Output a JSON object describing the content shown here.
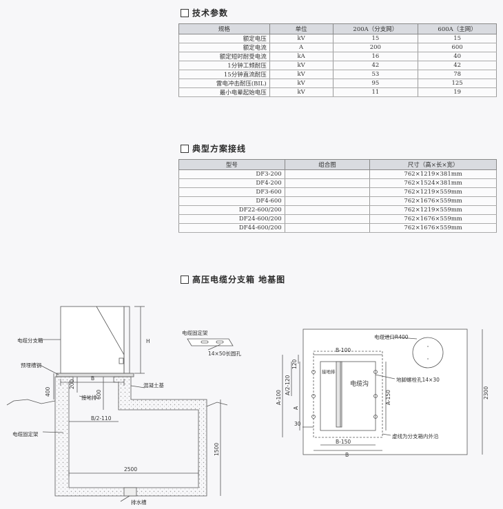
{
  "section1": {
    "title": "技术参数",
    "headers": [
      "规格",
      "单位",
      "200A（分支网）",
      "600A（主网）"
    ],
    "rows": [
      [
        "额定电压",
        "kV",
        "15",
        "15"
      ],
      [
        "额定电流",
        "A",
        "200",
        "600"
      ],
      [
        "额定短时耐受电流",
        "kA",
        "16",
        "40"
      ],
      [
        "1分钟工频耐压",
        "kV",
        "42",
        "42"
      ],
      [
        "15分钟直流耐压",
        "kV",
        "53",
        "78"
      ],
      [
        "雷电冲击耐压(BIL)",
        "kV",
        "95",
        "125"
      ],
      [
        "最小电晕起始电压",
        "kV",
        "11",
        "19"
      ]
    ]
  },
  "section2": {
    "title": "典型方案接线",
    "headers": [
      "型号",
      "组合图",
      "尺寸（高×长×宽）"
    ],
    "rows": [
      [
        "DF3-200",
        "",
        "762×1219×381mm"
      ],
      [
        "DF4-200",
        "",
        "762×1524×381mm"
      ],
      [
        "DF3-600",
        "",
        "762×1219×559mm"
      ],
      [
        "DF4-600",
        "",
        "762×1676×559mm"
      ],
      [
        "DF22-600/200",
        "",
        "762×1219×559mm"
      ],
      [
        "DF24-600/200",
        "",
        "762×1676×559mm"
      ],
      [
        "DF44-600/200",
        "",
        "762×1676×559mm"
      ]
    ]
  },
  "section3": {
    "title": "高压电缆分支箱  地基图"
  },
  "diagram_left": {
    "cabinet": "电缆分支箱",
    "channel_steel": "预埋槽钢",
    "ground_bar": "接地排",
    "concrete_base": "混凝土基",
    "cable_bracket": "电缆固定架",
    "drain": "排水槽",
    "dim_h": "H",
    "dim_b": "B",
    "dim_400": "400",
    "dim_200": "200",
    "dim_600": "600",
    "dim_b2": "B/2-110",
    "dim_2500": "2500",
    "dim_1500": "1500"
  },
  "diagram_bracket": {
    "title": "电缆固定架",
    "hole": "14×50长圆孔"
  },
  "diagram_right": {
    "cable_inlet": "电缆进口R400",
    "anchor_bolt": "地脚螺栓孔14×30",
    "ground_bar": "接地排",
    "cable_trench": "电缆沟",
    "dashed_note": "虚线为分支箱内外沿",
    "dim_b100": "B-100",
    "dim_b150": "B-150",
    "dim_b": "B",
    "dim_a100": "A-100",
    "dim_a2": "A/2-120",
    "dim_120": "120",
    "dim_a": "A",
    "dim_30": "30",
    "dim_a150": "A-150",
    "dim_2300": "2300"
  }
}
